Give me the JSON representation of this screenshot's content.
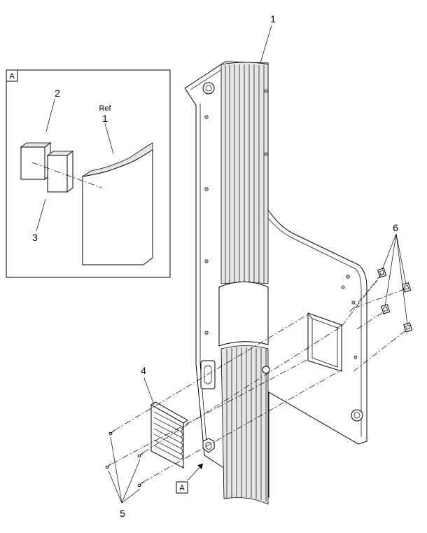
{
  "callouts": {
    "c1": "1",
    "c2": "2",
    "c3": "3",
    "c4": "4",
    "c5": "5",
    "c6": "6",
    "detail_ref": "Ref",
    "detail_c1": "1"
  },
  "detail": {
    "box_label": "A",
    "view_label": "A"
  }
}
